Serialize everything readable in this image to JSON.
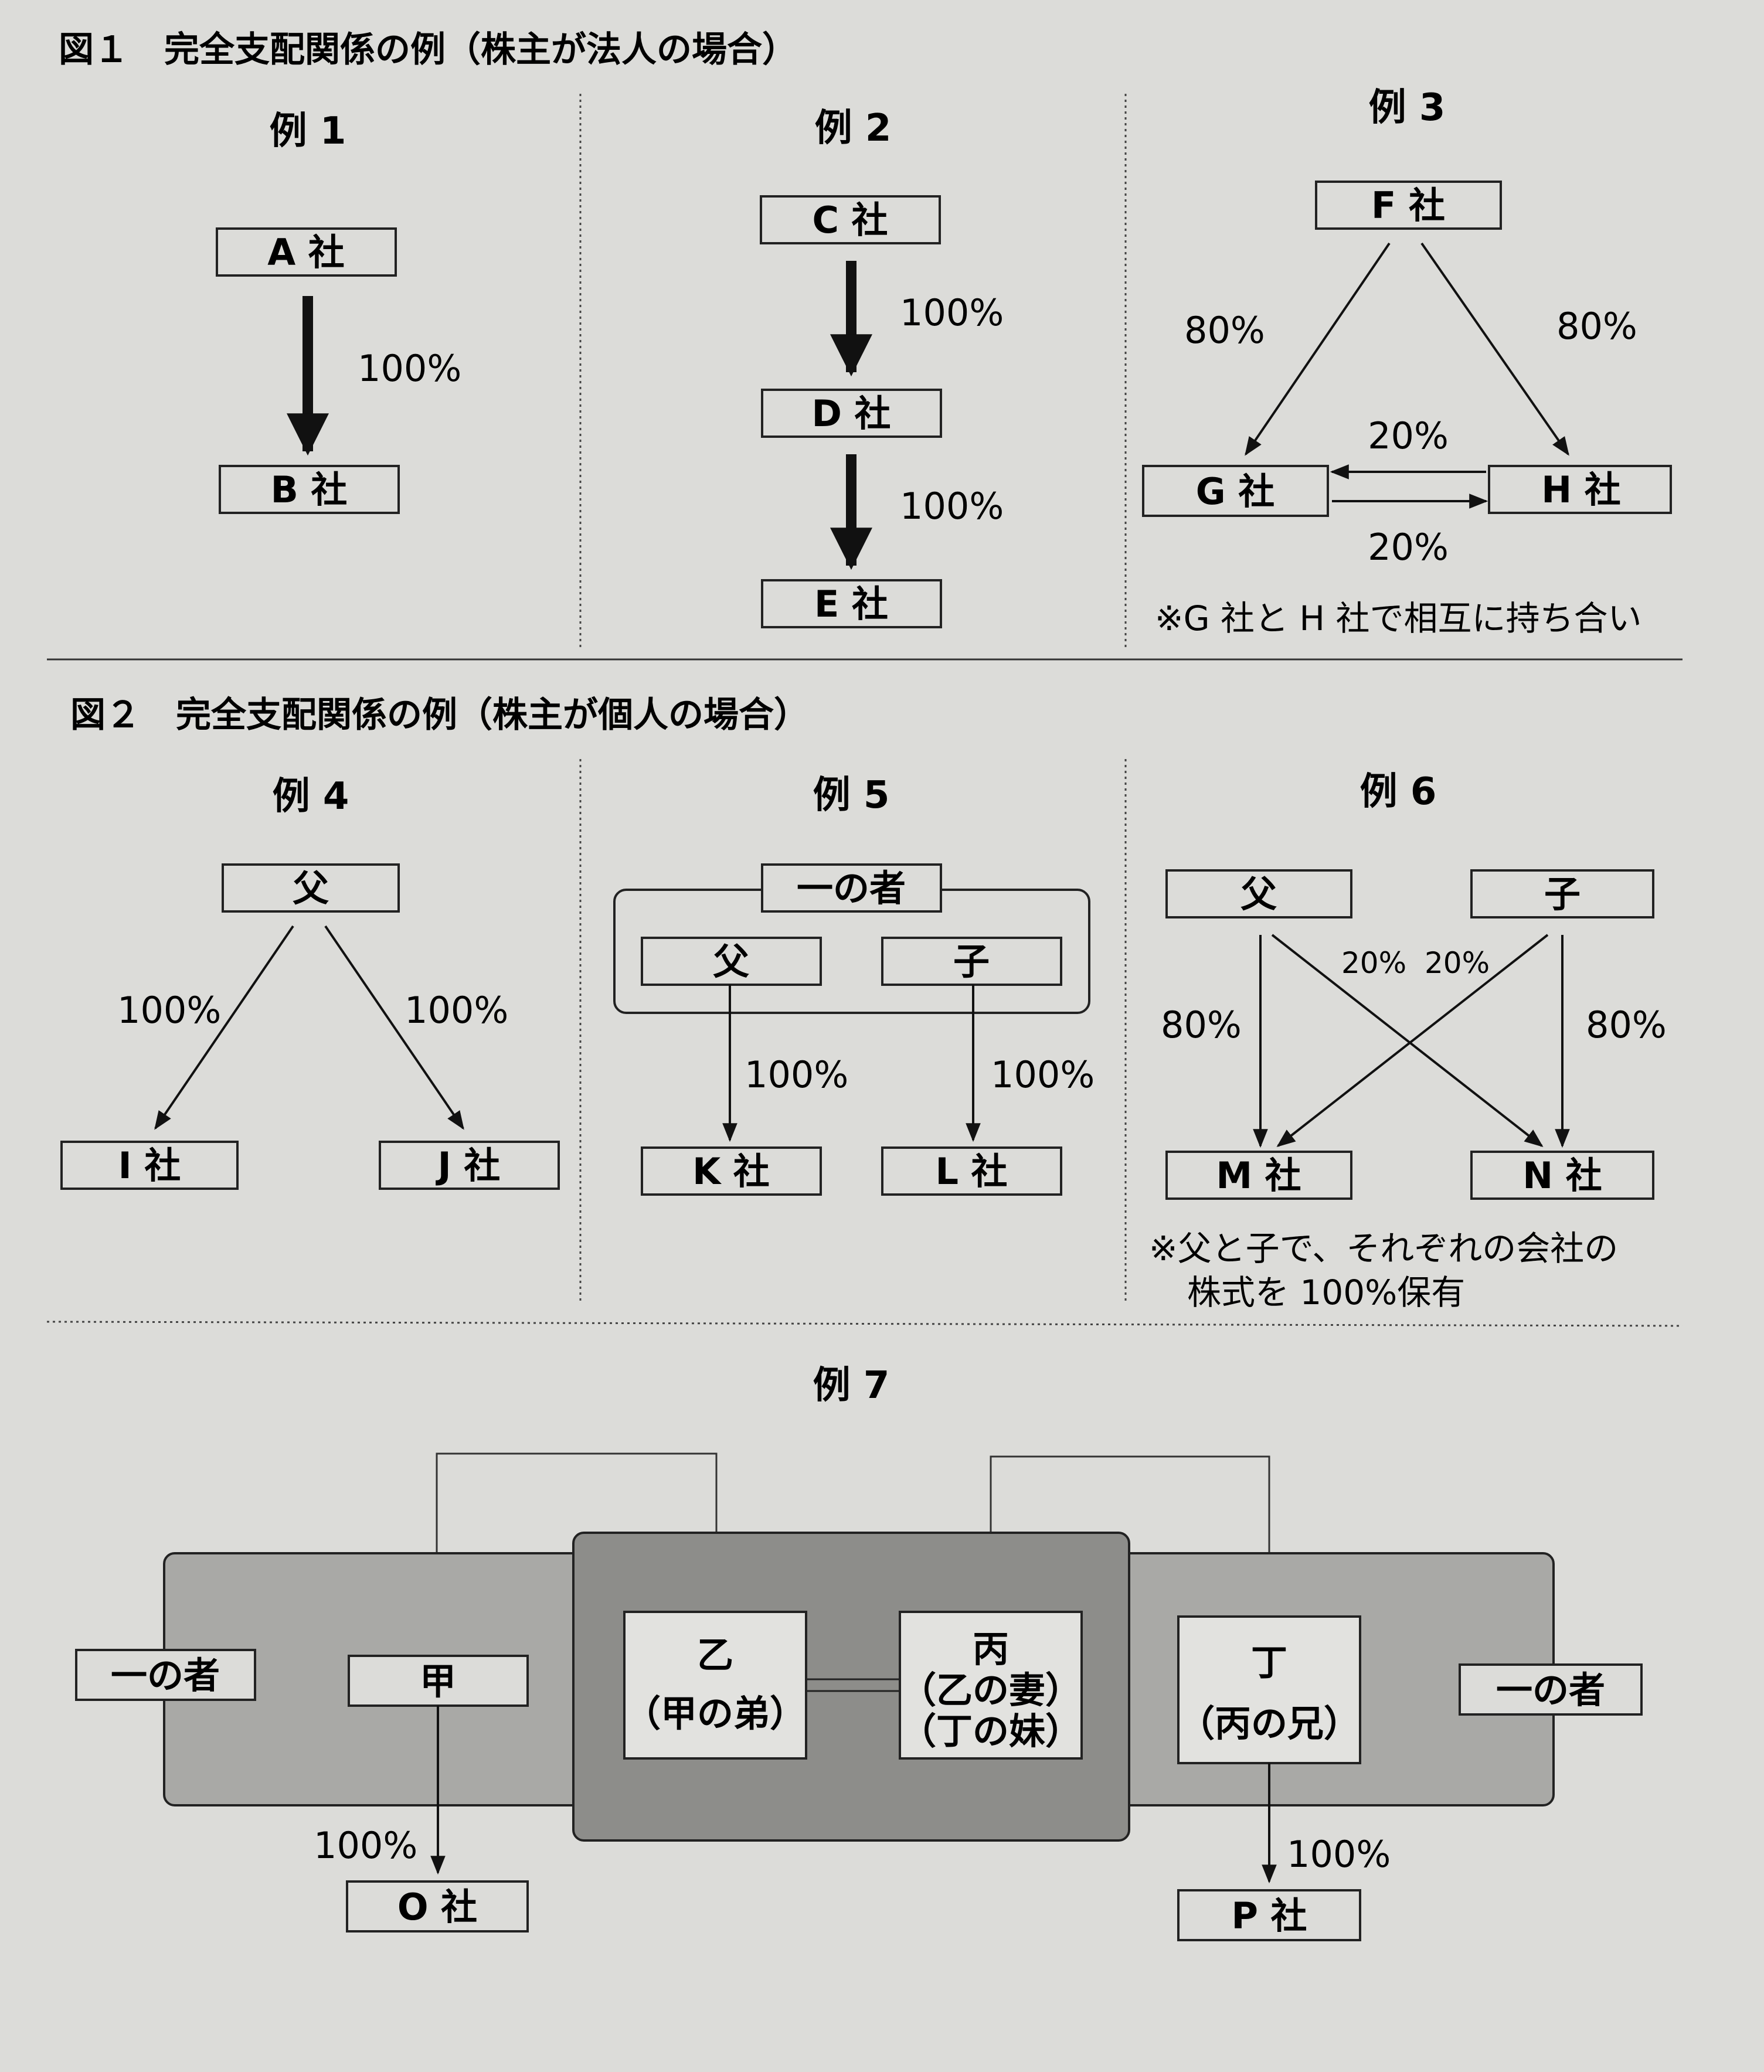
{
  "fig1": {
    "title": "図１　完全支配関係の例（株主が法人の場合）",
    "ex1": {
      "title": "例 1",
      "a": "A 社",
      "b": "B 社",
      "pct": "100%"
    },
    "ex2": {
      "title": "例 2",
      "c": "C 社",
      "d": "D 社",
      "e": "E 社",
      "pct1": "100%",
      "pct2": "100%"
    },
    "ex3": {
      "title": "例 3",
      "f": "F 社",
      "g": "G 社",
      "h": "H 社",
      "pct_fg": "80%",
      "pct_fh": "80%",
      "pct_hg": "20%",
      "pct_gh": "20%",
      "note": "※G 社と H 社で相互に持ち合い"
    }
  },
  "fig2": {
    "title": "図２　完全支配関係の例（株主が個人の場合）",
    "ex4": {
      "title": "例 4",
      "father": "父",
      "i": "I 社",
      "j": "J 社",
      "pct1": "100%",
      "pct2": "100%"
    },
    "ex5": {
      "title": "例 5",
      "group": "一の者",
      "father": "父",
      "child": "子",
      "k": "K 社",
      "l": "L 社",
      "pct1": "100%",
      "pct2": "100%"
    },
    "ex6": {
      "title": "例 6",
      "father": "父",
      "child": "子",
      "m": "M 社",
      "n": "N 社",
      "pct_fm": "80%",
      "pct_cn": "80%",
      "pct_fn": "20%",
      "pct_cm": "20%",
      "note1": "※父と子で、それぞれの会社の",
      "note2": "株式を 100%保有"
    },
    "ex7": {
      "title": "例 7",
      "group_left": "一の者",
      "group_right": "一の者",
      "kou": "甲",
      "otsu": "乙",
      "otsu_rel": "（甲の弟）",
      "hei": "丙",
      "hei_rel1": "（乙の妻）",
      "hei_rel2": "（丁の妹）",
      "tei": "丁",
      "tei_rel": "（丙の兄）",
      "o": "O 社",
      "p": "P 社",
      "pct_o": "100%",
      "pct_p": "100%"
    }
  }
}
